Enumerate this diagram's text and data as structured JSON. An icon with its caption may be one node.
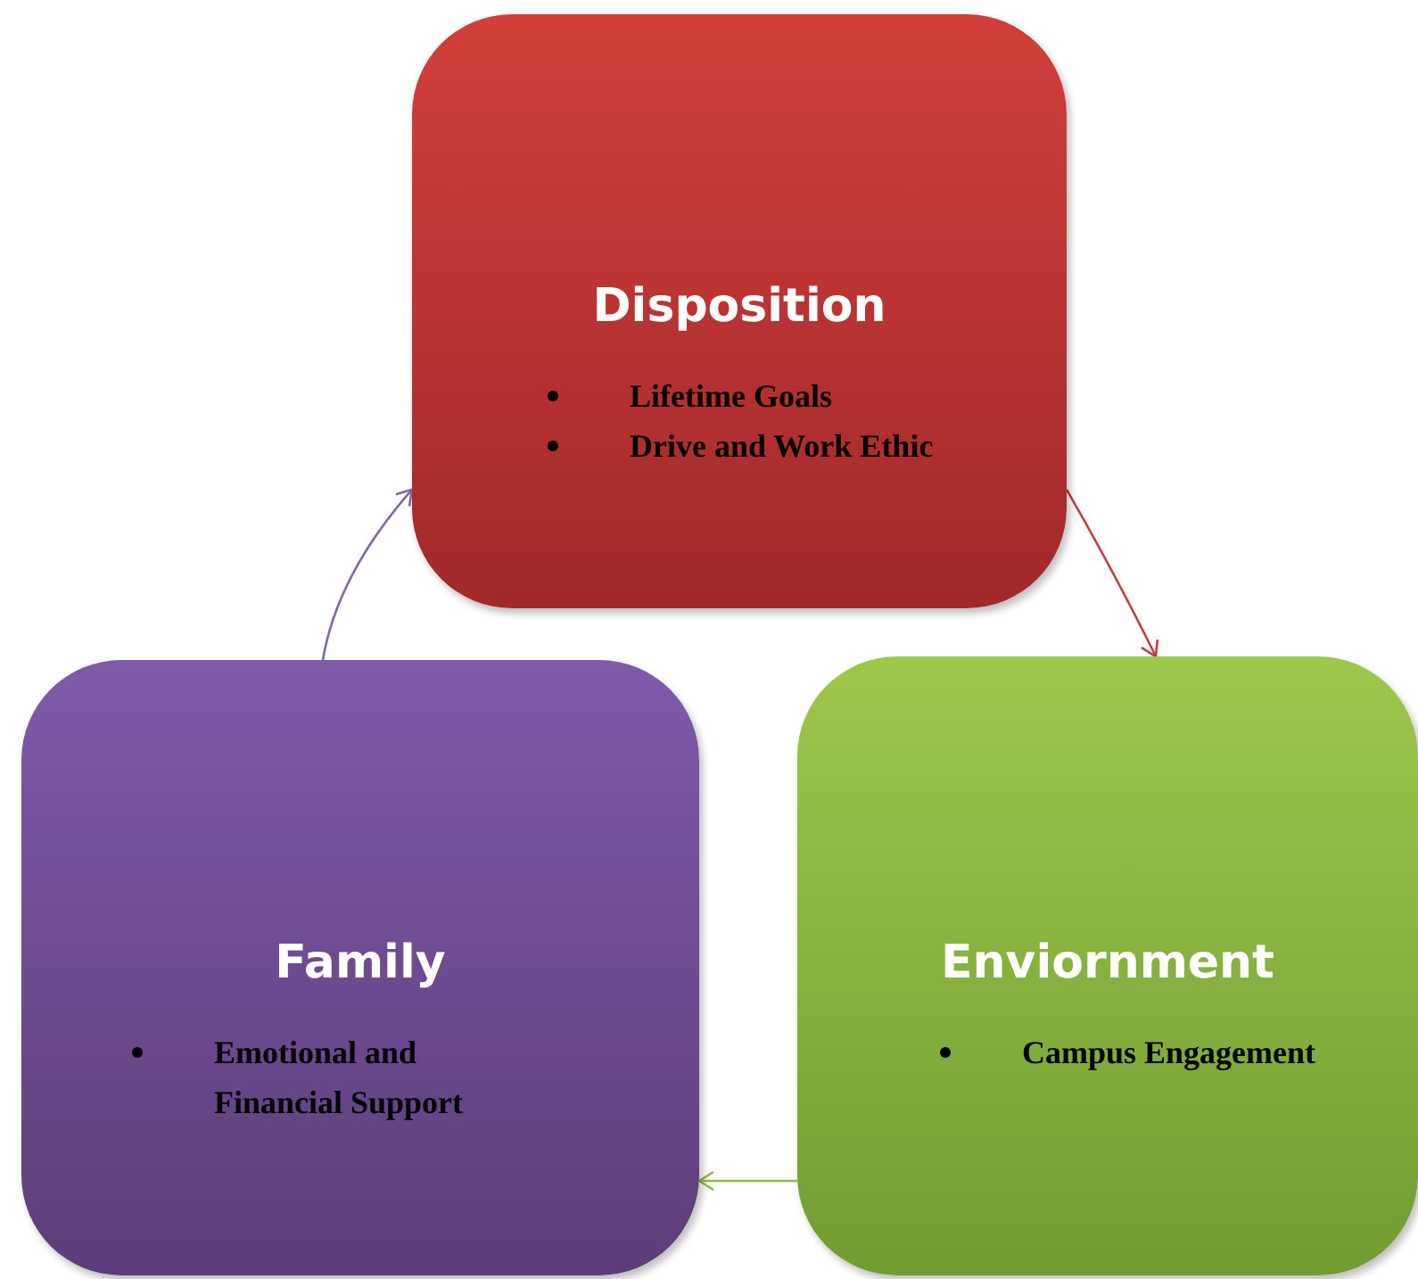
{
  "diagram": {
    "nodes": [
      {
        "text": [
          "Disposition",
          "Lifetime Goals",
          "Drive and Work Ethic"
        ]
      },
      {
        "text": [
          "Enviornment",
          "Campus Engagement"
        ]
      },
      {
        "text": [
          "Family",
          "Emotional and Financial Support"
        ]
      }
    ],
    "edges": [
      {
        "from": 2,
        "to": 0,
        "arrow": "to",
        "color": "#8266ad"
      },
      {
        "from": 0,
        "to": 1,
        "arrow": "to",
        "color": "#c0403d"
      },
      {
        "from": 1,
        "to": 2,
        "arrow": "to",
        "color": "#8fba4a"
      }
    ]
  }
}
